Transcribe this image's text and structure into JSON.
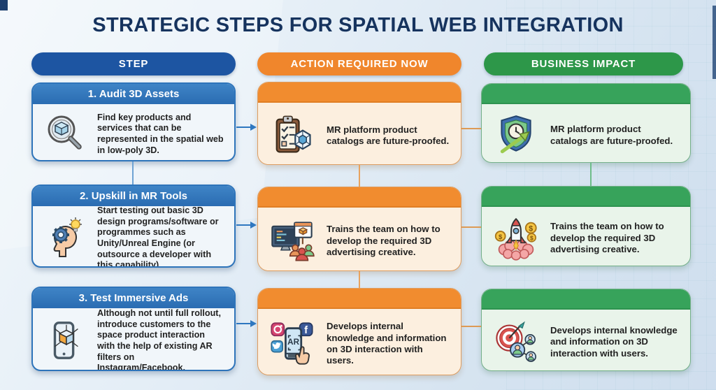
{
  "title": "STRATEGIC STEPS FOR SPATIAL WEB INTEGRATION",
  "columns": [
    {
      "label": "STEP",
      "color": "#1d55a2"
    },
    {
      "label": "ACTION REQUIRED NOW",
      "color": "#f0862c"
    },
    {
      "label": "BUSINESS IMPACT",
      "color": "#2d9749"
    }
  ],
  "rows": [
    {
      "step": {
        "title": "1. Audit 3D Assets",
        "text": "Find key products and services that can be represented in the spatial web in low-poly 3D.",
        "icon": "magnifier-3d-cube-icon"
      },
      "action": {
        "text": "MR platform product catalogs are future-proofed.",
        "icon": "clipboard-checklist-cube-icon"
      },
      "impact": {
        "text": "MR platform product catalogs are future-proofed.",
        "icon": "shield-clock-growth-icon"
      }
    },
    {
      "step": {
        "title": "2. Upskill in MR Tools",
        "text": "Start testing out basic 3D design programs/software or programmes such as Unity/Unreal Engine (or outsource a developer with this capability).",
        "icon": "head-gear-lightbulb-icon"
      },
      "action": {
        "text": "Trains the team on how to develop the required 3D advertising creative.",
        "icon": "monitor-team-training-icon"
      },
      "impact": {
        "text": "Trains the team on how to develop the required 3D advertising creative.",
        "icon": "brain-rocket-coins-icon"
      }
    },
    {
      "step": {
        "title": "3. Test Immersive Ads",
        "text": "Although not until full rollout, introduce customers to the space product interaction with the help of existing AR filters on Instagram/Facebook.",
        "icon": "smartphone-ar-cube-icon"
      },
      "action": {
        "text": "Develops internal knowledge and information on 3D interaction with users.",
        "icon": "ar-social-apps-hand-icon"
      },
      "impact": {
        "text": "Develops internal knowledge and information on 3D interaction with users.",
        "icon": "target-user-network-icon"
      }
    }
  ],
  "connector_colors": {
    "step_arrow": "#2e77c0",
    "action_line": "#dd9a55",
    "impact_line": "#6fbd8a"
  }
}
